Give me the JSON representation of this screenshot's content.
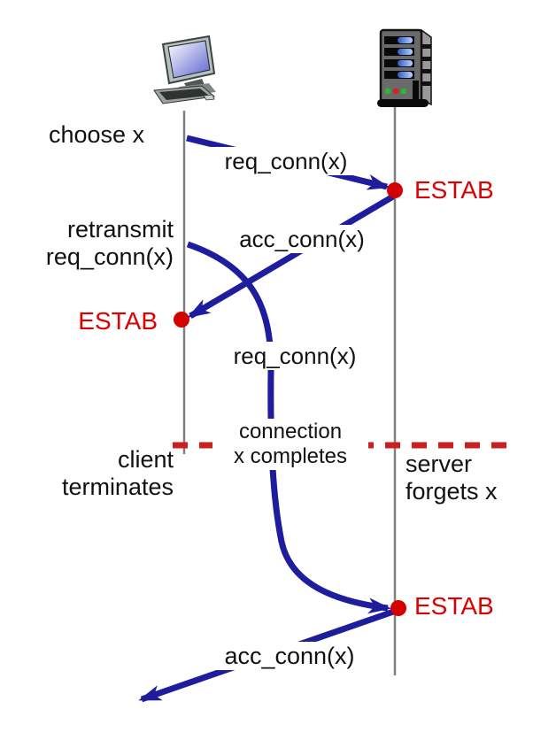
{
  "figure": {
    "type": "protocol-timeline-diagram",
    "colors": {
      "arrow_blue": "#1d1d9e",
      "estab_red": "#dd0000",
      "dot_red": "#d40000",
      "dashed_red": "#c92121",
      "timeline_gray": "#808080"
    },
    "client": {
      "icon": "desktop-computer-icon",
      "annotations": {
        "choose_x": "choose x",
        "retransmit_line1": "retransmit",
        "retransmit_line2": "req_conn(x)",
        "estab": "ESTAB",
        "terminates_line1": "client",
        "terminates_line2": "terminates"
      }
    },
    "server": {
      "icon": "server-tower-icon",
      "annotations": {
        "estab_1": "ESTAB",
        "estab_2": "ESTAB",
        "forgets_line1": "server",
        "forgets_line2": "forgets x"
      }
    },
    "messages": {
      "req_conn_1": "req_conn(x)",
      "acc_conn_1": "acc_conn(x)",
      "req_conn_2": "req_conn(x)",
      "acc_conn_2": "acc_conn(x)"
    },
    "notes": {
      "connection_line1": "connection",
      "connection_line2": "x completes"
    }
  }
}
